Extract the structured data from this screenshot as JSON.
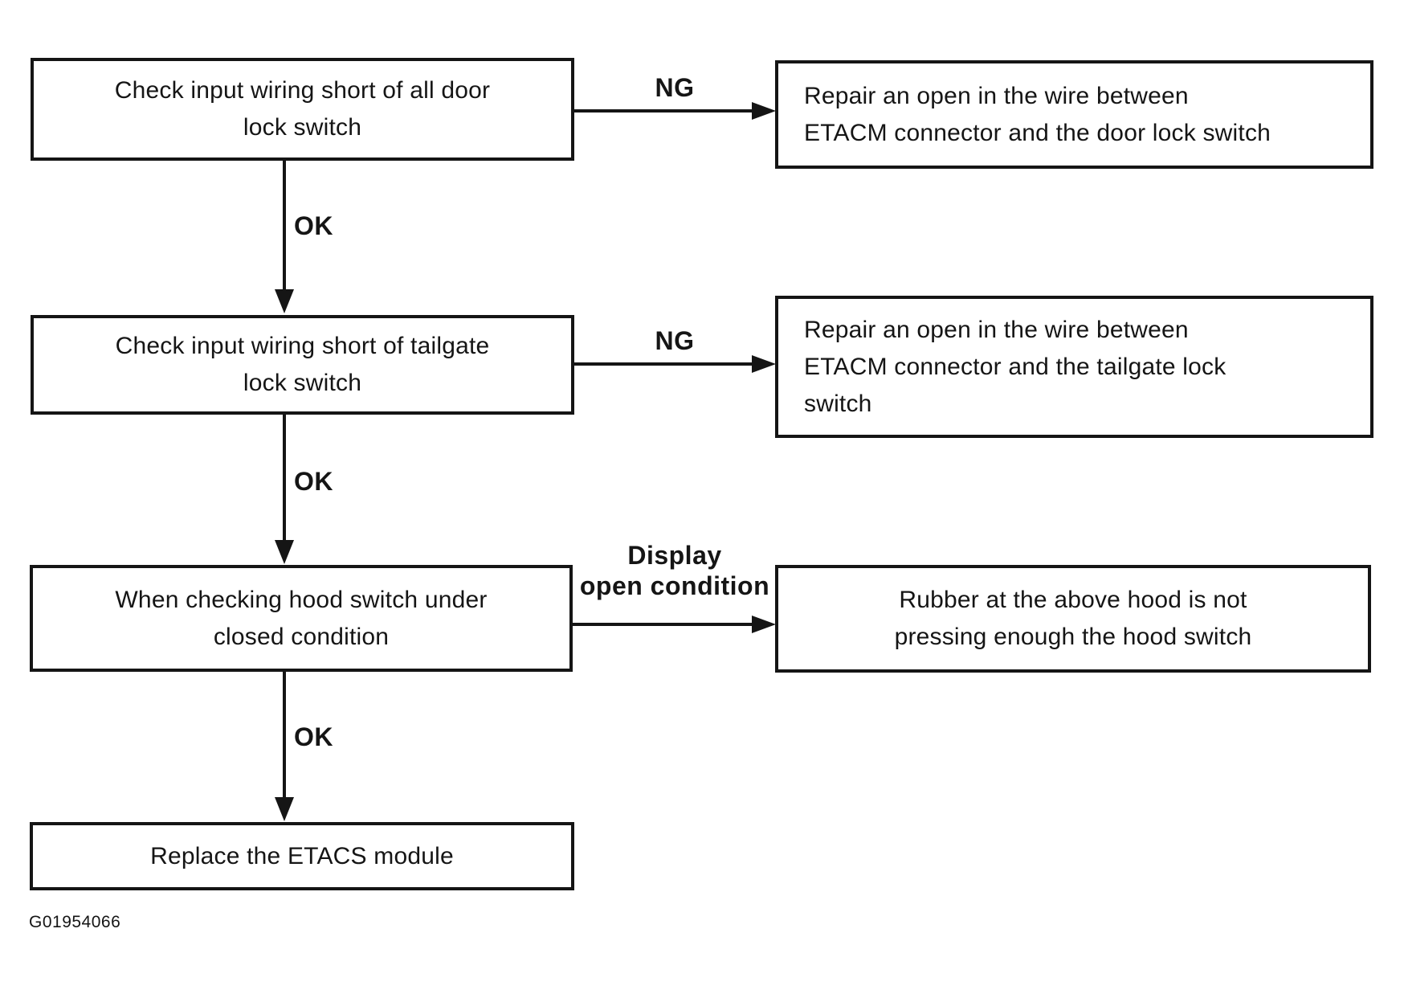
{
  "diagram": {
    "type": "flowchart",
    "figure_code": "G01954066",
    "nodes": [
      {
        "id": "check-door-lock-switch",
        "label": "Check input wiring short of all door\nlock switch"
      },
      {
        "id": "repair-door-lock-wire",
        "label": "Repair an open in the wire between\nETACM connector and the door lock switch"
      },
      {
        "id": "check-tailgate-lock-switch",
        "label": "Check input wiring short of tailgate\nlock switch"
      },
      {
        "id": "repair-tailgate-lock-wire",
        "label": "Repair an open in the wire between\nETACM connector and the tailgate lock\nswitch"
      },
      {
        "id": "check-hood-switch",
        "label": "When checking hood switch under\nclosed condition"
      },
      {
        "id": "rubber-hood-not-pressing",
        "label": "Rubber at the above hood is not\npressing enough the hood switch"
      },
      {
        "id": "replace-etacs-module",
        "label": "Replace the ETACS module"
      }
    ],
    "edges": [
      {
        "from": "check-door-lock-switch",
        "to": "repair-door-lock-wire",
        "label": "NG",
        "direction": "right"
      },
      {
        "from": "check-door-lock-switch",
        "to": "check-tailgate-lock-switch",
        "label": "OK",
        "direction": "down"
      },
      {
        "from": "check-tailgate-lock-switch",
        "to": "repair-tailgate-lock-wire",
        "label": "NG",
        "direction": "right"
      },
      {
        "from": "check-tailgate-lock-switch",
        "to": "check-hood-switch",
        "label": "OK",
        "direction": "down"
      },
      {
        "from": "check-hood-switch",
        "to": "rubber-hood-not-pressing",
        "label": "Display\nopen condition",
        "direction": "right"
      },
      {
        "from": "check-hood-switch",
        "to": "replace-etacs-module",
        "label": "OK",
        "direction": "down"
      }
    ],
    "colors": {
      "ink": "#151515",
      "background": "#ffffff"
    }
  }
}
